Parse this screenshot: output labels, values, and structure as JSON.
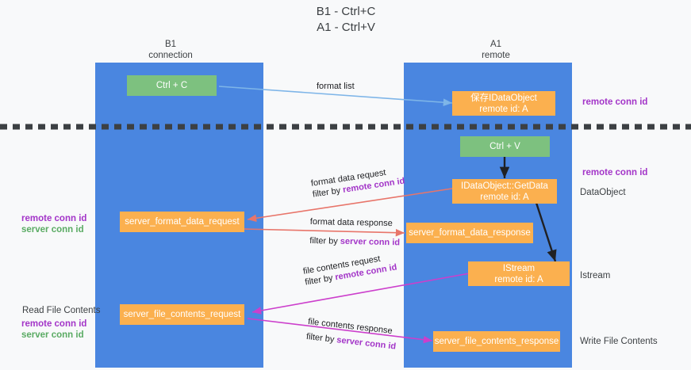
{
  "title": "B1 - Ctrl+C\nA1 - Ctrl+V",
  "colors": {
    "band": "#4a86e0",
    "green_node": "#7dc17f",
    "orange_node": "#fbb04f",
    "purple_text": "#a335c8",
    "green_text": "#5aab63",
    "red_arrow": "#e8756a",
    "magenta_arrow": "#cc3fcc",
    "blue_arrow": "#7eb5e8",
    "black_arrow": "#202124",
    "background": "#f8f9fa"
  },
  "columns": [
    {
      "name": "B1",
      "sub": "connection",
      "header": "B1\nconnection"
    },
    {
      "name": "A1",
      "sub": "remote",
      "header": "A1\nremote"
    }
  ],
  "nodes": {
    "ctrl_c": "Ctrl + C",
    "save_idataobject": "保存IDataObject\nremote id: A",
    "ctrl_v": "Ctrl + V",
    "getdata": "IDataObject::GetData\nremote id: A",
    "server_format_data_request": "server_format_data_request",
    "server_format_data_response": "server_format_data_response",
    "istream": "IStream\nremote id: A",
    "server_file_contents_request": "server_file_contents_request",
    "server_file_contents_response": "server_file_contents_response"
  },
  "edge_labels": {
    "format_list": "format list",
    "format_data_request": "format data request",
    "format_data_request_filter_prefix": "filter by ",
    "format_data_request_filter_key": "remote conn id",
    "format_data_response": "format data response",
    "format_data_response_filter_prefix": "filter by ",
    "format_data_response_filter_key": "server conn id",
    "file_contents_request": "file contents request",
    "file_contents_request_filter_prefix": "filter by ",
    "file_contents_request_filter_key": "remote conn id",
    "file_contents_response": "file contents response",
    "file_contents_response_filter_prefix": "filter by ",
    "file_contents_response_filter_key": "server conn id"
  },
  "right_labels": {
    "remote_conn_id_top": "remote conn id",
    "remote_conn_id_mid": "remote conn id",
    "dataobject": "DataObject",
    "istream": "Istream",
    "write_file_contents": "Write File Contents"
  },
  "left_labels": {
    "remote_conn_id_mid": "remote conn id",
    "server_conn_id_mid": "server conn id",
    "read_file_contents": "Read File Contents",
    "remote_conn_id_bottom": "remote conn id",
    "server_conn_id_bottom": "server conn id"
  }
}
